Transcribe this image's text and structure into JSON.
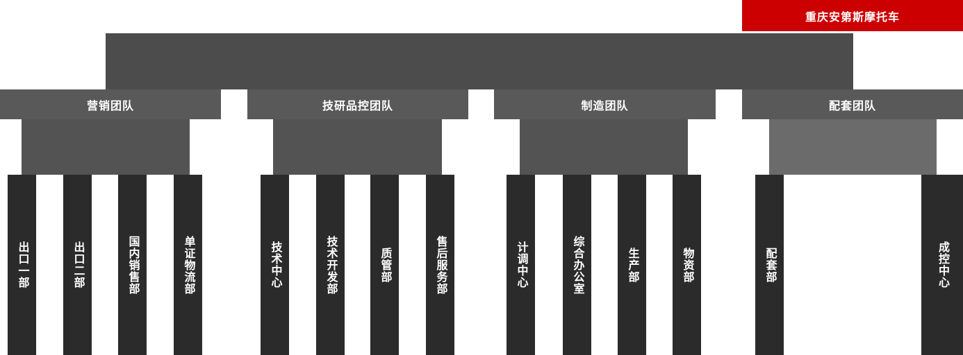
{
  "company": {
    "name": "重庆安第斯摩托车"
  },
  "colors": {
    "root_red": "#cc0000",
    "trunk_gray": "#4c4c4c",
    "team_header_gray": "#595959",
    "connector_gray": "#535353",
    "connector_gray_light": "#6b6b6b",
    "department_bar_dark": "#2b2b2b",
    "text_white": "#ffffff",
    "background": "#ffffff"
  },
  "teams": [
    {
      "label": "营销团队",
      "departments": [
        "出口一部",
        "出口二部",
        "国内销售部",
        "单证物流部"
      ]
    },
    {
      "label": "技研品控团队",
      "departments": [
        "技术中心",
        "技术开发部",
        "质管部",
        "售后服务部"
      ]
    },
    {
      "label": "制造团队",
      "departments": [
        "计调中心",
        "综合办公室",
        "生产部",
        "物资部"
      ]
    },
    {
      "label": "配套团队",
      "departments": [
        "配套部",
        "成控中心"
      ]
    }
  ]
}
